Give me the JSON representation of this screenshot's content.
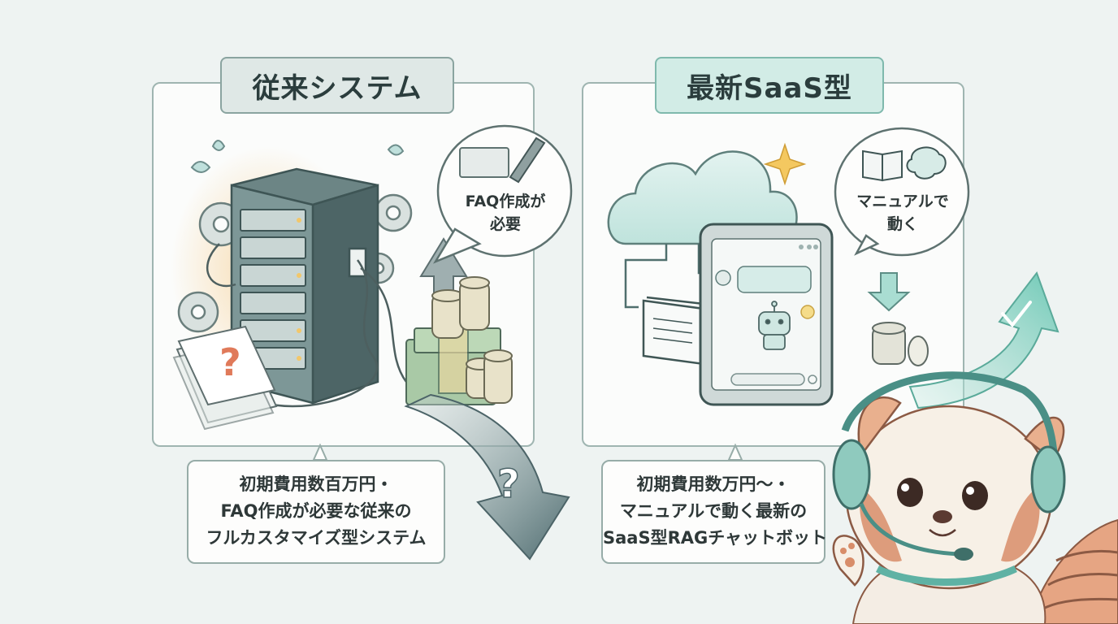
{
  "left": {
    "title": "従来システム",
    "bubble_line1": "FAQ作成が",
    "bubble_line2": "必要",
    "caption_line1": "初期費用数百万円・",
    "caption_line2": "FAQ作成が必要な従来の",
    "caption_line3": "フルカスタマイズ型システム",
    "question_mark": "?",
    "arrow_question": "?"
  },
  "right": {
    "title": "最新SaaS型",
    "bubble_line1": "マニュアルで",
    "bubble_line2": "動く",
    "caption_line1": "初期費用数万円〜・",
    "caption_line2": "マニュアルで動く最新の",
    "caption_line3": "SaaS型RAGチャットボット"
  },
  "colors": {
    "accent_teal": "#6fc1b3",
    "old_gray": "#6f8c8c",
    "money_green": "#a9c9a6"
  }
}
